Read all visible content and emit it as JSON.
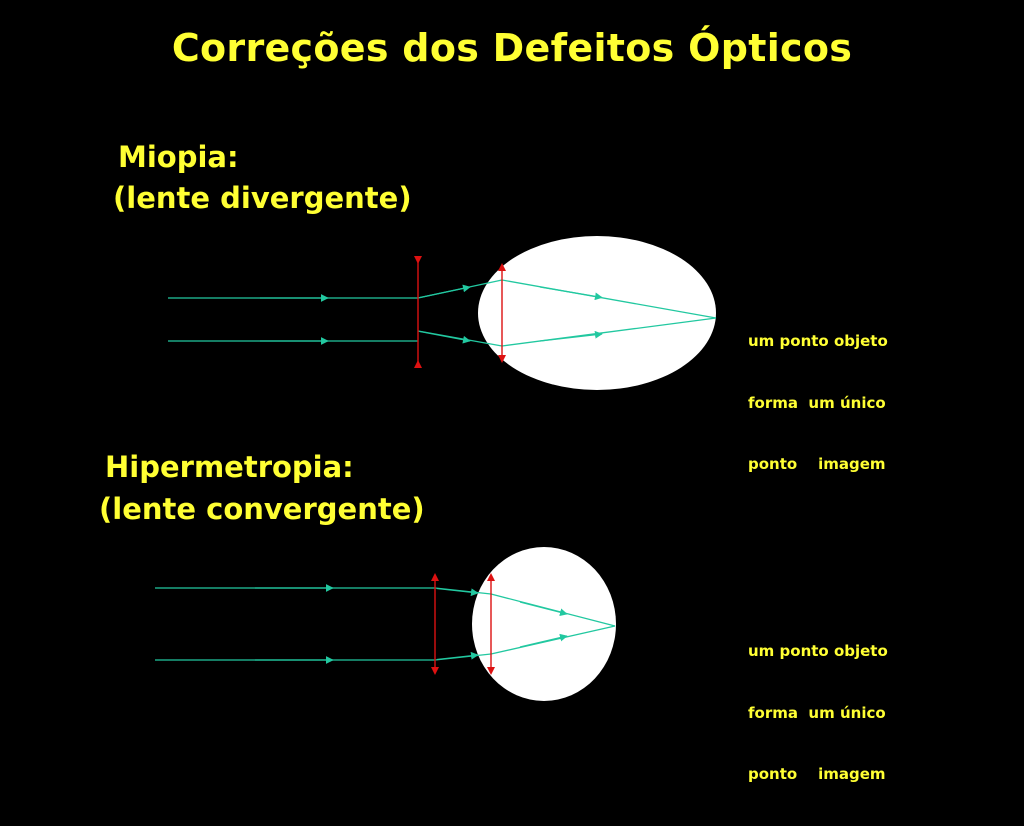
{
  "slide": {
    "title": "Correções dos Defeitos Ópticos",
    "colors": {
      "background": "#000000",
      "text": "#ffff33",
      "ray": "#22c8a0",
      "lens": "#dd1111",
      "eye": "#ffffff"
    }
  },
  "myopia": {
    "heading": "Miopia:",
    "subheading": "(lente divergente)",
    "corrective_lens": "divergente",
    "caption": [
      "um ponto objeto",
      "forma  um único",
      "ponto    imagem"
    ]
  },
  "hyperopia": {
    "heading": "Hipermetropia:",
    "subheading": "(lente convergente)",
    "corrective_lens": "convergente",
    "caption": [
      "um ponto objeto",
      "forma  um único",
      "ponto    imagem"
    ]
  }
}
